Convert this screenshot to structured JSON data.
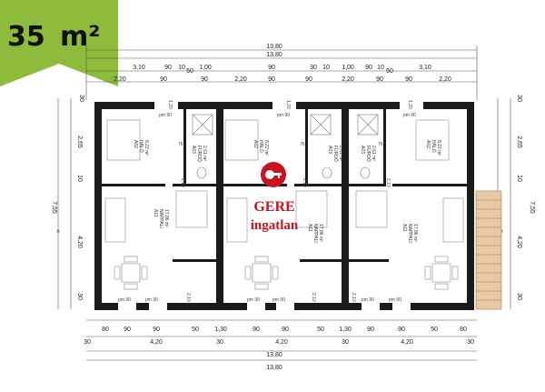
{
  "badge": {
    "area_number": "35",
    "area_unit": "m²",
    "color": "#8dbb3c"
  },
  "logo": {
    "line1": "GERE",
    "line2": "ingatlan",
    "color": "#c8141e",
    "icon": "key-in-circle-icon"
  },
  "top_dims": {
    "total_outer": "13,80",
    "total_inner": "13,80",
    "segments_row1": [
      "3,10",
      "90",
      "10",
      "50",
      "1,00",
      "90",
      "30",
      "10",
      "1,00",
      "90",
      "10",
      "50",
      "3,10"
    ],
    "segments_row2": [
      "2,20",
      "90",
      "90",
      "2,20",
      "90",
      "90",
      "2,20",
      "90",
      "90",
      "2,20"
    ]
  },
  "bottom_dims": {
    "total_inner": "13,80",
    "total_outer": "13,80",
    "segments_row1": [
      "80",
      "90",
      "90",
      "50",
      "1,30",
      "90",
      "90",
      "50",
      "1,30",
      "90",
      "90",
      "50",
      "80"
    ],
    "segments_row2": [
      "30",
      "4,20",
      "30",
      "4,20",
      "30",
      "4,20",
      "30"
    ]
  },
  "side_dims": {
    "left": [
      "30",
      "2,65",
      "10",
      "4,20",
      "30"
    ],
    "left_total": "7,55",
    "right": [
      "30",
      "2,65",
      "10",
      "4,20",
      "30"
    ],
    "right_total": "7,55"
  },
  "window_labels": [
    "pm 90",
    "pm 90",
    "pm 90",
    "pm 90",
    "pm 90",
    "pm 90",
    "pm 90",
    "pm 90",
    "pm 90"
  ],
  "door_labels": [
    "2,10",
    "2,10",
    "2,10",
    "2,10",
    "2,10",
    "2,10",
    "1,20",
    "1,20",
    "1,20",
    "75",
    "75",
    "75"
  ],
  "units": [
    {
      "halo": {
        "code": "A02",
        "name": "HÁLÓ",
        "area": "8,22 m²"
      },
      "furdo": {
        "code": "A03",
        "name": "FÜRDŐ",
        "area": "2,61 m²"
      },
      "nappali": {
        "code": "A11",
        "name": "NAPPALI",
        "area": "17,86 m²"
      }
    },
    {
      "halo": {
        "code": "A02",
        "name": "HÁLÓ",
        "area": "8,22 m²"
      },
      "furdo": {
        "code": "A03",
        "name": "FÜRDŐ",
        "area": "2,61 m²"
      },
      "nappali": {
        "code": "A11",
        "name": "NAPPALI",
        "area": "17,86 m²"
      }
    },
    {
      "halo": {
        "code": "A02",
        "name": "HÁLÓ",
        "area": "8,22 m²"
      },
      "furdo": {
        "code": "A03",
        "name": "FÜRDŐ",
        "area": "2,61 m²"
      },
      "nappali": {
        "code": "A11",
        "name": "NAPPALI",
        "area": "17,86 m²"
      }
    }
  ],
  "section_marks": [
    "A",
    "A"
  ],
  "colors": {
    "wall": "#1a1a1a",
    "stair": "#e8c9a3",
    "dim_line": "#555555"
  }
}
